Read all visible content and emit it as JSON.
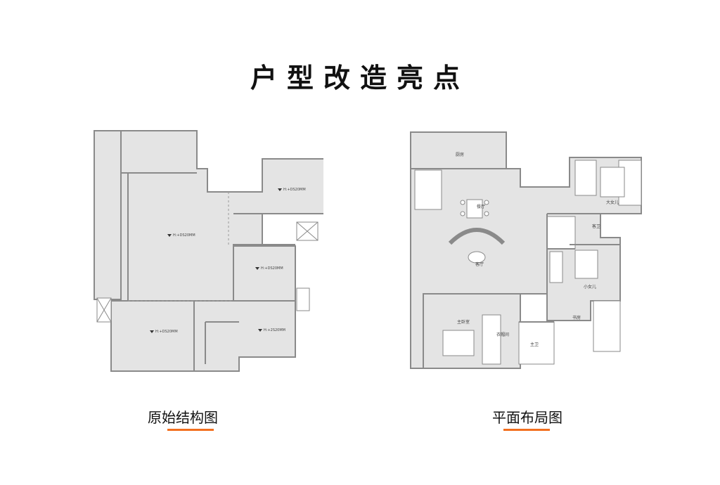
{
  "header": {
    "title": "户型改造亮点"
  },
  "plans": {
    "original": {
      "caption": "原始结构图",
      "elevations": [
        "H:+DS20MM",
        "H:+DS20MM",
        "H:+DS20MM",
        "H:+DS20MM",
        "H:+2S20MM"
      ]
    },
    "layout": {
      "caption": "平面布局图",
      "rooms": [
        "厨房",
        "餐厅",
        "客厅",
        "主卧室",
        "衣帽间",
        "主卫",
        "大女儿",
        "客卫",
        "小女儿",
        "书房"
      ]
    }
  },
  "colors": {
    "accent": "#f26f1f",
    "floor": "#e4e4e4",
    "wall": "#8a8a8a"
  }
}
